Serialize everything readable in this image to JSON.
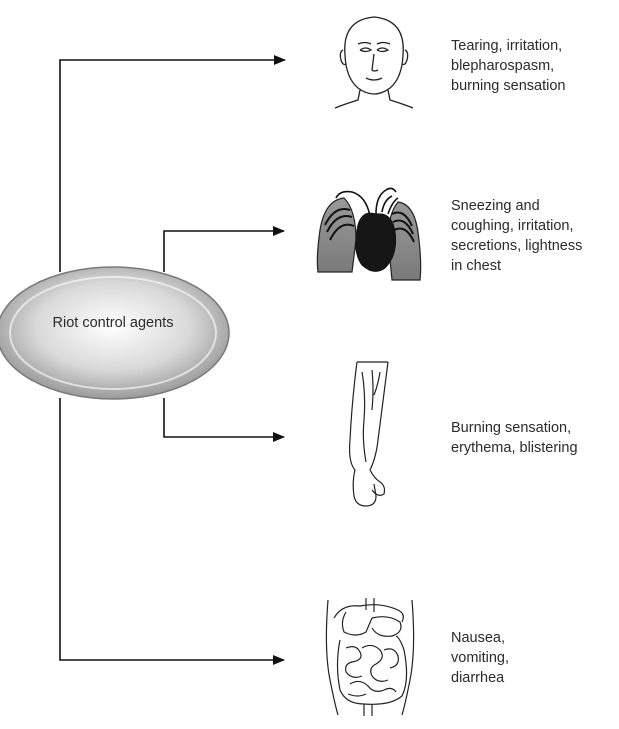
{
  "center": {
    "label": "Riot control agents"
  },
  "effects": [
    {
      "organ": "face",
      "lines": [
        "Tearing, irritation,",
        "blepharospasm,",
        "burning sensation"
      ]
    },
    {
      "organ": "lungs-heart",
      "lines": [
        "Sneezing and",
        "coughing, irritation,",
        "secretions, lightness",
        "in chest"
      ]
    },
    {
      "organ": "arm",
      "lines": [
        "Burning sensation,",
        "erythema, blistering"
      ]
    },
    {
      "organ": "intestines",
      "lines": [
        "Nausea,",
        "vomiting,",
        "diarrhea"
      ]
    }
  ],
  "colors": {
    "line": "#111111",
    "ellipse_light": "#f2f2f2",
    "ellipse_dark": "#8a8a8a",
    "organ_fill": "#1a1a1a"
  }
}
